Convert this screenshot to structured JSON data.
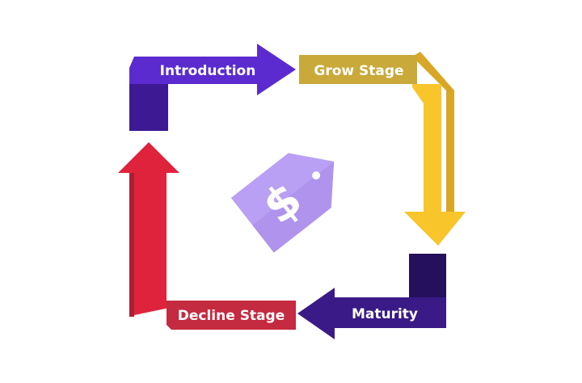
{
  "diagram": {
    "stages": [
      {
        "label": "Introduction",
        "color": "#5b2bd0",
        "shade": "#3d1a94"
      },
      {
        "label": "Grow Stage",
        "color": "#c9a93a",
        "shade": "#b8962a"
      },
      {
        "label": "Maturity",
        "color": "#3a1a86",
        "shade": "#24105c"
      },
      {
        "label": "Decline Stage",
        "color": "#c42a40",
        "shade": "#9a1e31"
      }
    ],
    "grow_down_arrow_color": "#f8c52a",
    "decline_up_arrow_color": "#e0233d",
    "tag_icon": "price-tag-dollar-icon",
    "tag_symbol": "$",
    "tag_color": "#b9a0f4"
  }
}
